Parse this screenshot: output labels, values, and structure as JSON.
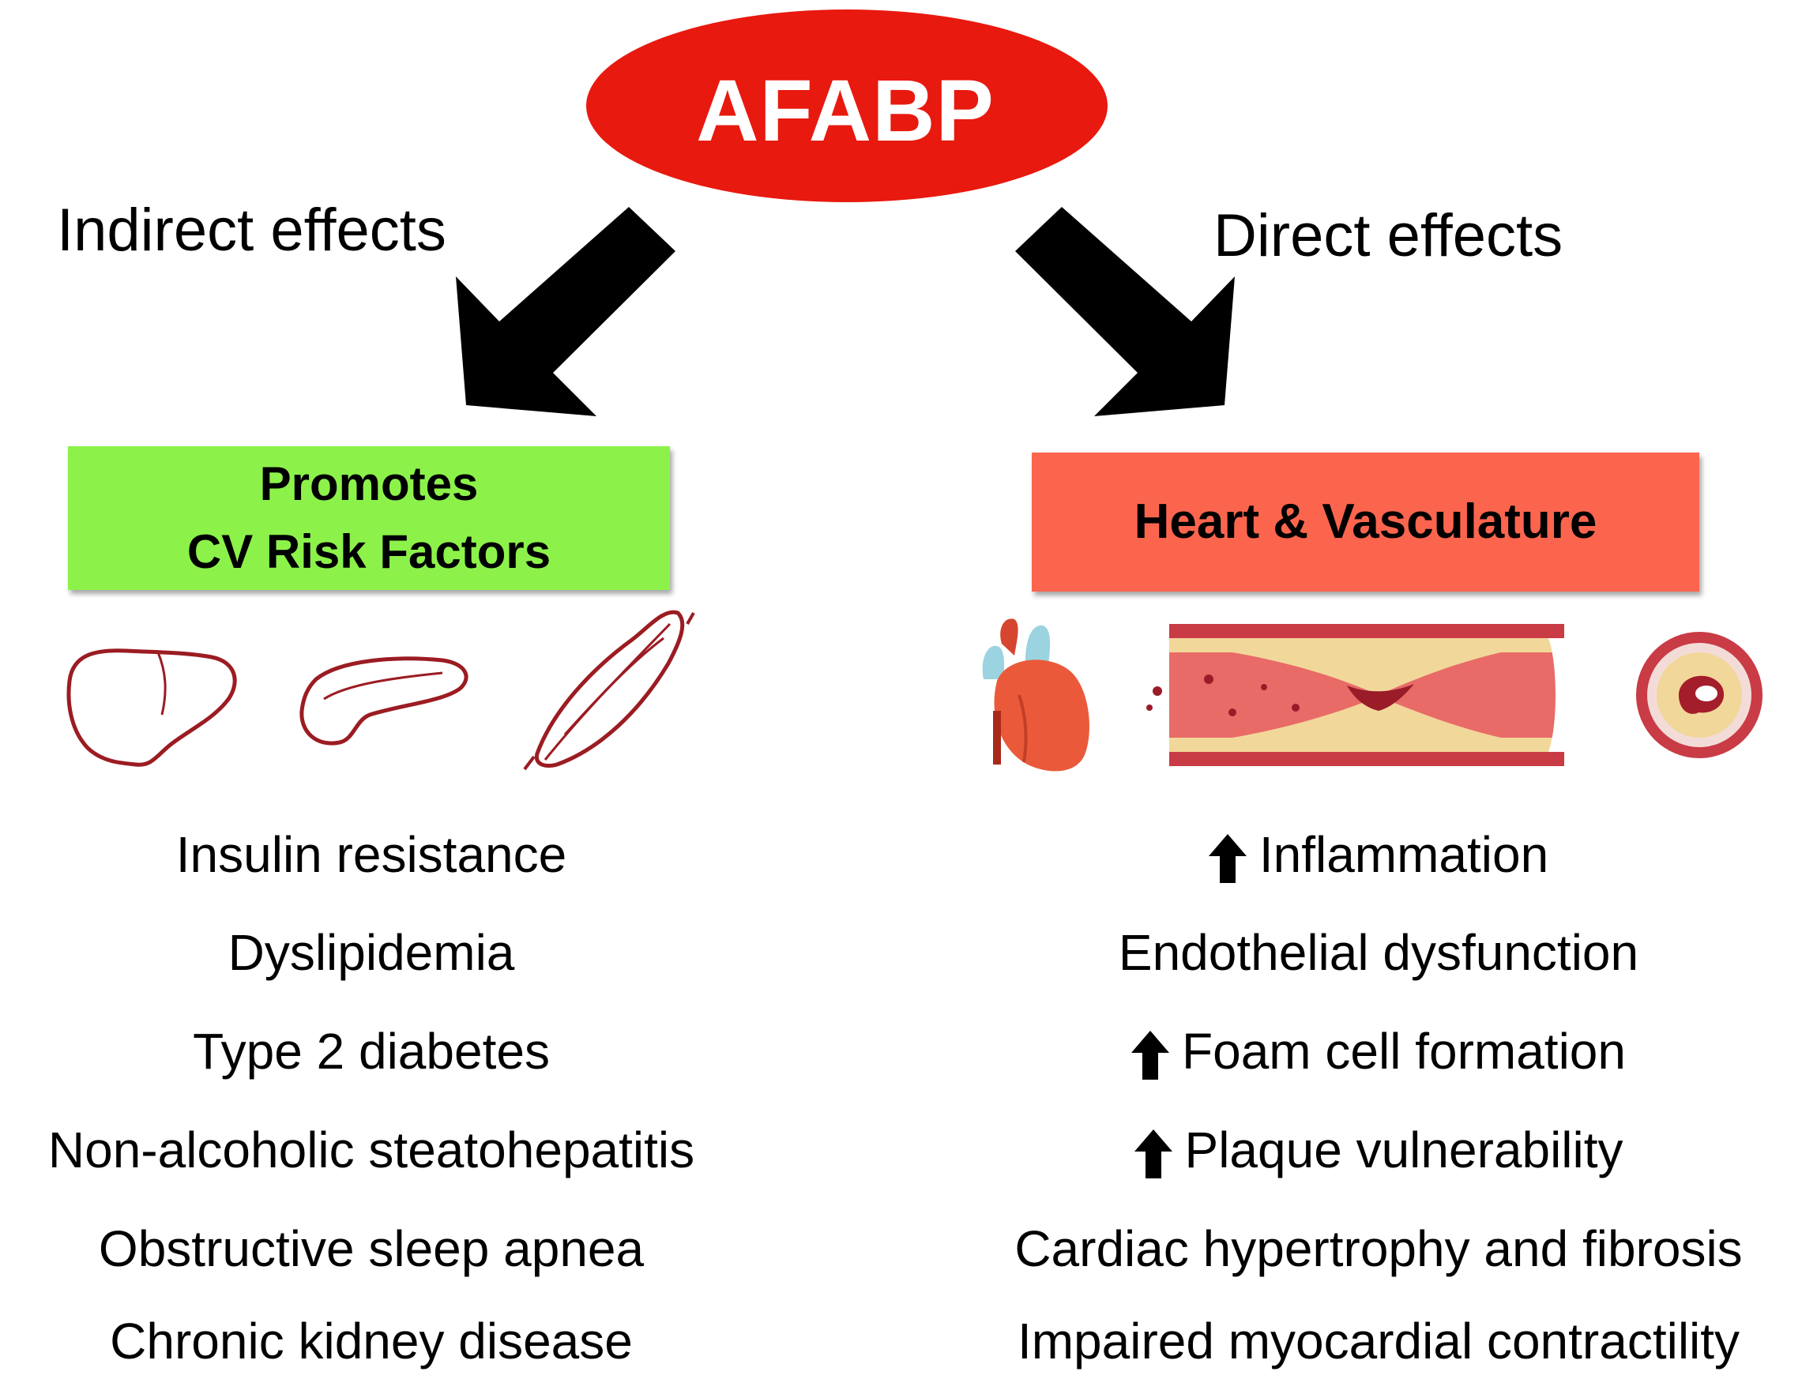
{
  "center": {
    "label": "AFABP",
    "fill": "#e8190f",
    "text_color": "#ffffff"
  },
  "branches": {
    "left": {
      "label": "Indirect effects",
      "box_lines": [
        "Promotes",
        "CV Risk Factors"
      ],
      "box_color": "#8cf24a",
      "icons": [
        "liver-icon",
        "pancreas-icon",
        "muscle-icon"
      ],
      "items": [
        "Insulin resistance",
        "Dyslipidemia",
        "Type 2 diabetes",
        "Non-alcoholic steatohepatitis",
        "Obstructive sleep apnea",
        "Chronic kidney disease"
      ]
    },
    "right": {
      "label": "Direct effects",
      "box_lines": [
        "Heart & Vasculature"
      ],
      "box_color": "#fb654e",
      "icons": [
        "heart-icon",
        "artery-plaque-icon",
        "artery-cross-section-icon"
      ],
      "items": [
        {
          "text": "Inflammation",
          "arrow": "up-arrow-icon"
        },
        {
          "text": "Endothelial dysfunction",
          "arrow": ""
        },
        {
          "text": "Foam cell formation",
          "arrow": "up-arrow-icon"
        },
        {
          "text": "Plaque vulnerability",
          "arrow": "up-arrow-icon"
        },
        {
          "text": "Cardiac hypertrophy and fibrosis",
          "arrow": ""
        },
        {
          "text": "Impaired myocardial contractility",
          "arrow": ""
        }
      ]
    }
  },
  "colors": {
    "organ_outline": "#9b1c22",
    "heart": "#ea5a3a",
    "vessel_wall": "#c93b45",
    "plaque": "#f2d79a"
  }
}
